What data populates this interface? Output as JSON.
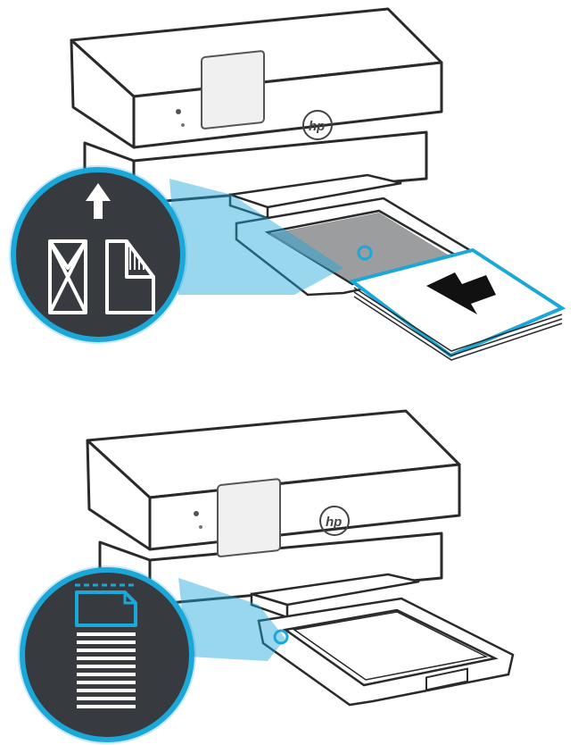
{
  "illustrations": [
    {
      "step": "load-envelopes-or-cards",
      "callout_icons": [
        "arrow-up-icon",
        "envelope-icon",
        "folded-card-icon"
      ],
      "tray_state": "extended",
      "insert_direction_icon": "arrow-left-icon",
      "brand_logo": "hp"
    },
    {
      "step": "paper-loaded",
      "callout_icons": [
        "paper-length-guide-icon",
        "paper-stack-lines-icon"
      ],
      "tray_state": "extended-loaded",
      "brand_logo": "hp"
    }
  ],
  "colors": {
    "accent": "#1ca7d9",
    "callout_fill": "#373a3e",
    "printer_outline": "#2a2a2a",
    "tray_shadow": "#8a8c8e"
  }
}
